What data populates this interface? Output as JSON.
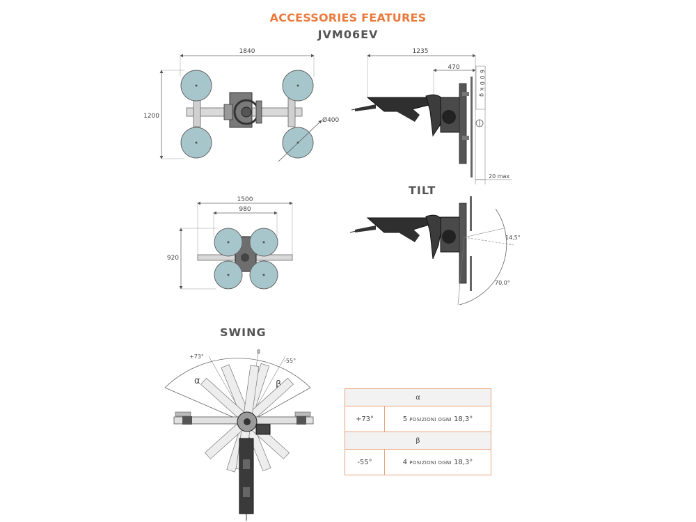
{
  "header": {
    "title": "ACCESSORIES FEATURES",
    "model": "JVM06EV"
  },
  "sections": {
    "tilt": "TILT",
    "swing": "SWING"
  },
  "dimensions": {
    "top_view": {
      "width": "1840",
      "height": "1200",
      "cup_diameter": "Ø400"
    },
    "side_view": {
      "reach": "1235",
      "offset": "470",
      "clearance": "20 max",
      "capacity": "600kg"
    },
    "compact_view": {
      "outer_width": "1500",
      "inner_width": "980",
      "height": "920"
    },
    "tilt_view": {
      "angle_up": "14,5°",
      "angle_down": "70,0°"
    },
    "swing_view": {
      "angle_alpha": "+73°",
      "angle_zero": "0",
      "angle_beta": "-55°",
      "alpha": "α",
      "beta": "β"
    }
  },
  "rotation_table": {
    "rows": [
      {
        "header": "α",
        "angle": "+73°",
        "num": "5",
        "text": "POSIZIONI OGNI",
        "step": "18,3°"
      },
      {
        "header": "β",
        "angle": "-55°",
        "num": "4",
        "text": "POSIZIONI OGNI",
        "step": "18,3°"
      }
    ]
  },
  "colors": {
    "accent": "#ea7a3c",
    "cup_fill": "#a7c6cc",
    "machine": "#3a3a3a",
    "border": "#e8a37c"
  }
}
